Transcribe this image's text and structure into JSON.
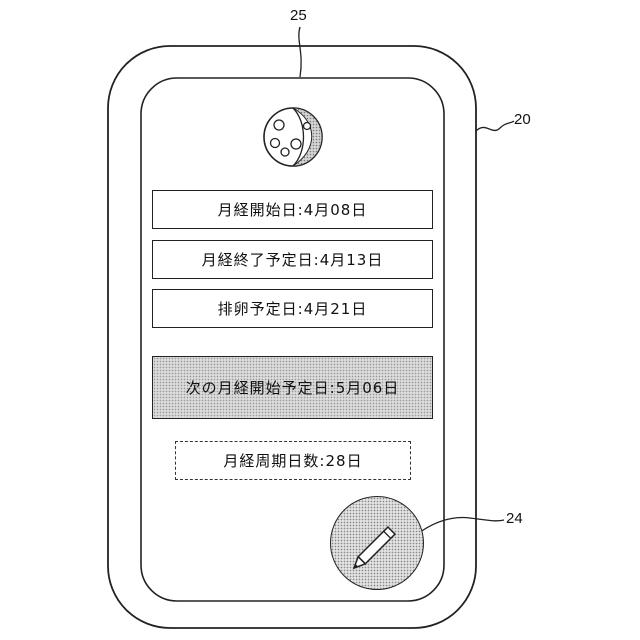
{
  "screen": {
    "rows": [
      {
        "text": "月経開始日:4月08日",
        "style": "solid"
      },
      {
        "text": "月経終了予定日:4月13日",
        "style": "solid"
      },
      {
        "text": "排卵予定日:4月21日",
        "style": "solid"
      },
      {
        "text": "次の月経開始予定日:5月06日",
        "style": "shaded"
      },
      {
        "text": "月経周期日数:28日",
        "style": "dashed"
      }
    ],
    "moon_icon": "moon-phase-icon",
    "pen_icon": "pencil-icon"
  },
  "reference_labels": {
    "screen": "25",
    "device": "20",
    "edit_button": "24"
  }
}
